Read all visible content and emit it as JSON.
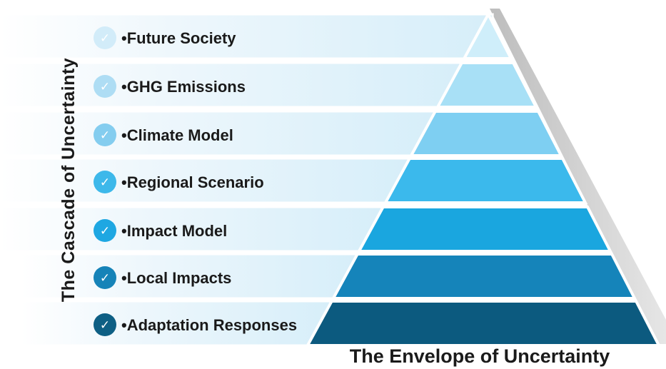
{
  "diagram": {
    "side_title": "The Cascade of Uncertainty",
    "bottom_title": "The Envelope of Uncertainty",
    "check_glyph": "✓",
    "tiers": [
      {
        "label": "•Future Society",
        "icon": "check-circle-icon",
        "check_color": "#d2ecf9",
        "band_color": "#cfeefa"
      },
      {
        "label": "•GHG Emissions",
        "icon": "check-circle-icon",
        "check_color": "#aeddf4",
        "band_color": "#a8e0f6"
      },
      {
        "label": "•Climate Model",
        "icon": "check-circle-icon",
        "check_color": "#84cdef",
        "band_color": "#7ecff2"
      },
      {
        "label": "•Regional Scenario",
        "icon": "check-circle-icon",
        "check_color": "#3db8ea",
        "band_color": "#3bb9ec"
      },
      {
        "label": "•Impact Model",
        "icon": "check-circle-icon",
        "check_color": "#1ea7e2",
        "band_color": "#1aa6df"
      },
      {
        "label": "•Local Impacts",
        "icon": "check-circle-icon",
        "check_color": "#1683b8",
        "band_color": "#1584ba"
      },
      {
        "label": "•Adaptation Responses",
        "icon": "check-circle-icon",
        "check_color": "#0e5f84",
        "band_color": "#0c5a7f"
      }
    ]
  }
}
